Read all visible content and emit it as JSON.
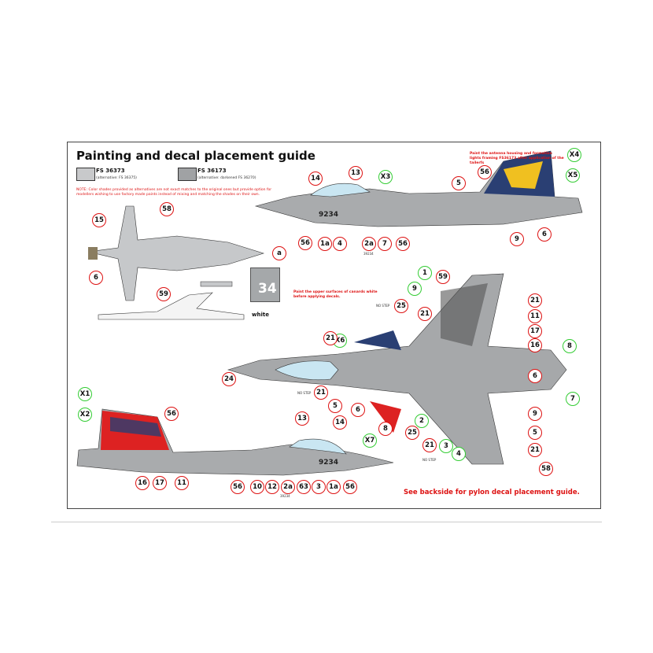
{
  "title": "Painting and decal placement guide",
  "colors": [
    {
      "code": "FS 36373",
      "alternative": "(alternative: FS 36375)",
      "hex": "#c8c9cb"
    },
    {
      "code": "FS 36173",
      "alternative": "(alternative: darkened FS 36270)",
      "hex": "#a0a2a4"
    }
  ],
  "note": "NOTE: Color shades provided as alternatives are not exact matches to the original ones but provide option for modellers wishing to use factory made paints instead of mixing and matching the shades on their own.",
  "note_antenna": "Paint the antenna housing and formation lights framing FS36173 after application of the tailerfs",
  "note_canards": "Paint the upper surfaces of canards white before applying decals.",
  "white_label": "white",
  "serial": "9234",
  "serial_small": "39234",
  "box_number": "34",
  "no_step": "NO STEP",
  "backside": "See backside for pylon decal placement guide.",
  "callouts": [
    "14",
    "13",
    "X3",
    "56",
    "1a",
    "4",
    "2a",
    "7",
    "56",
    "5",
    "56",
    "9",
    "6",
    "X4",
    "X5",
    "58",
    "15",
    "6",
    "59",
    "a",
    "1",
    "9",
    "X6",
    "8",
    "7",
    "4",
    "3",
    "2",
    "X7",
    "59",
    "25",
    "21",
    "21",
    "21",
    "11",
    "17",
    "16",
    "24",
    "21",
    "5",
    "6",
    "8",
    "25",
    "21",
    "6",
    "9",
    "5",
    "21",
    "58",
    "X1",
    "X2",
    "56",
    "13",
    "14",
    "16",
    "17",
    "11",
    "56",
    "10",
    "12",
    "2a",
    "63",
    "3",
    "1a",
    "56"
  ],
  "accent": {
    "red": "#dd1111",
    "green": "#33cc33"
  }
}
